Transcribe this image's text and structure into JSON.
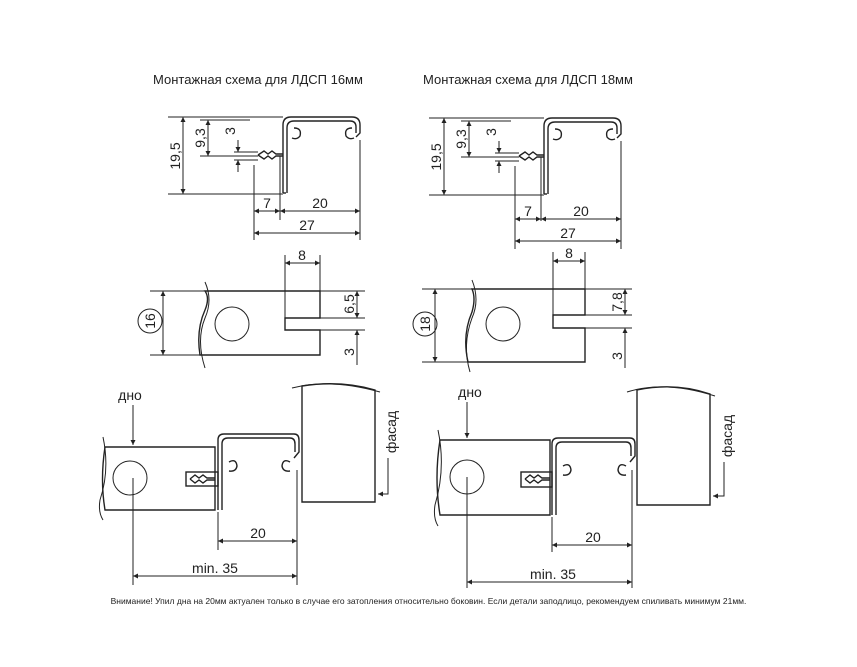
{
  "left": {
    "title": "Монтажная схема для ЛДСП 16мм",
    "top": {
      "height": "19,5",
      "offset": "9,3",
      "slot": "3",
      "d7": "7",
      "d20": "20",
      "d27": "27"
    },
    "middle": {
      "thickness": "16",
      "groove_width": "8",
      "groove_depth": "6,5",
      "bottom": "3"
    },
    "bottom": {
      "bottom_label": "дно",
      "facade_label": "фасад",
      "d20": "20",
      "min": "min. 35"
    }
  },
  "right": {
    "title": "Монтажная схема для ЛДСП 18мм",
    "top": {
      "height": "19,5",
      "offset": "9,3",
      "slot": "3",
      "d7": "7",
      "d20": "20",
      "d27": "27"
    },
    "middle": {
      "thickness": "18",
      "groove_width": "8",
      "groove_depth": "7,8",
      "bottom": "3"
    },
    "bottom": {
      "bottom_label": "дно",
      "facade_label": "фасад",
      "d20": "20",
      "min": "min. 35"
    }
  },
  "note": "Внимание! Упил дна на 20мм актуален только в случае его затопления относительно боковин. Если детали заподлицо, рекомендуем спиливать минимум 21мм."
}
